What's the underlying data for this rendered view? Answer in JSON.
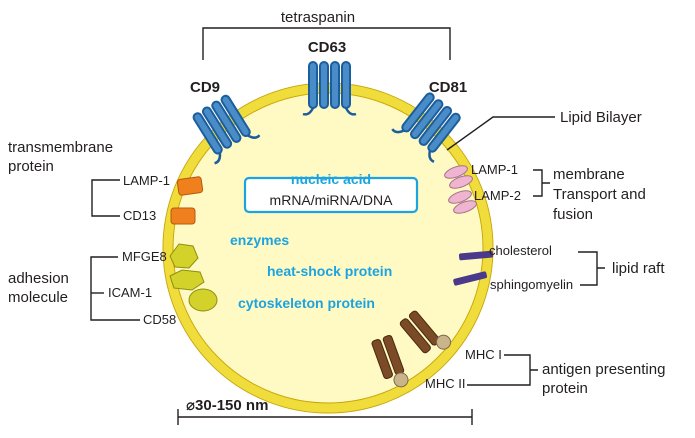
{
  "tetraspanin": {
    "group_label": "tetraspanin",
    "proteins": [
      "CD9",
      "CD63",
      "CD81"
    ]
  },
  "lipid_bilayer_label": "Lipid Bilayer",
  "cargo": {
    "nucleic_acid_title": "nucleic acid",
    "nucleic_acid_detail": "mRNA/miRNA/DNA",
    "enzymes": "enzymes",
    "heat_shock": "heat-shock protein",
    "cytoskeleton": "cytoskeleton protein"
  },
  "transmembrane": {
    "label_line1": "transmembrane",
    "label_line2": "protein",
    "items": [
      "LAMP-1",
      "CD13"
    ]
  },
  "adhesion": {
    "label_line1": "adhesion",
    "label_line2": "molecule",
    "items": [
      "MFGE8",
      "ICAM-1",
      "CD58"
    ]
  },
  "membrane_transport": {
    "items": [
      "LAMP-1",
      "LAMP-2"
    ],
    "label_line1": "membrane",
    "label_line2": "Transport and",
    "label_line3": "fusion"
  },
  "lipid_raft": {
    "items": [
      "cholesterol",
      "sphingomyelin"
    ],
    "label": "lipid raft"
  },
  "antigen": {
    "items": [
      "MHC I",
      "MHC II"
    ],
    "label_line1": "antigen presenting",
    "label_line2": "protein"
  },
  "size_label": "⌀30-150 nm",
  "colors": {
    "vesicle_fill": "#fff9c4",
    "membrane": "#f0dc3a",
    "tetraspanin": "#1b5e9e",
    "cargo_text": "#1ba4e0",
    "lamp_orange": "#f07f1e",
    "adhesion_green": "#d2d22a",
    "lamp_pink": "#efb5d0",
    "raft_purple": "#4b3a8c",
    "mhc_brown": "#7b4a26",
    "mhc_tan": "#c9b48c"
  }
}
